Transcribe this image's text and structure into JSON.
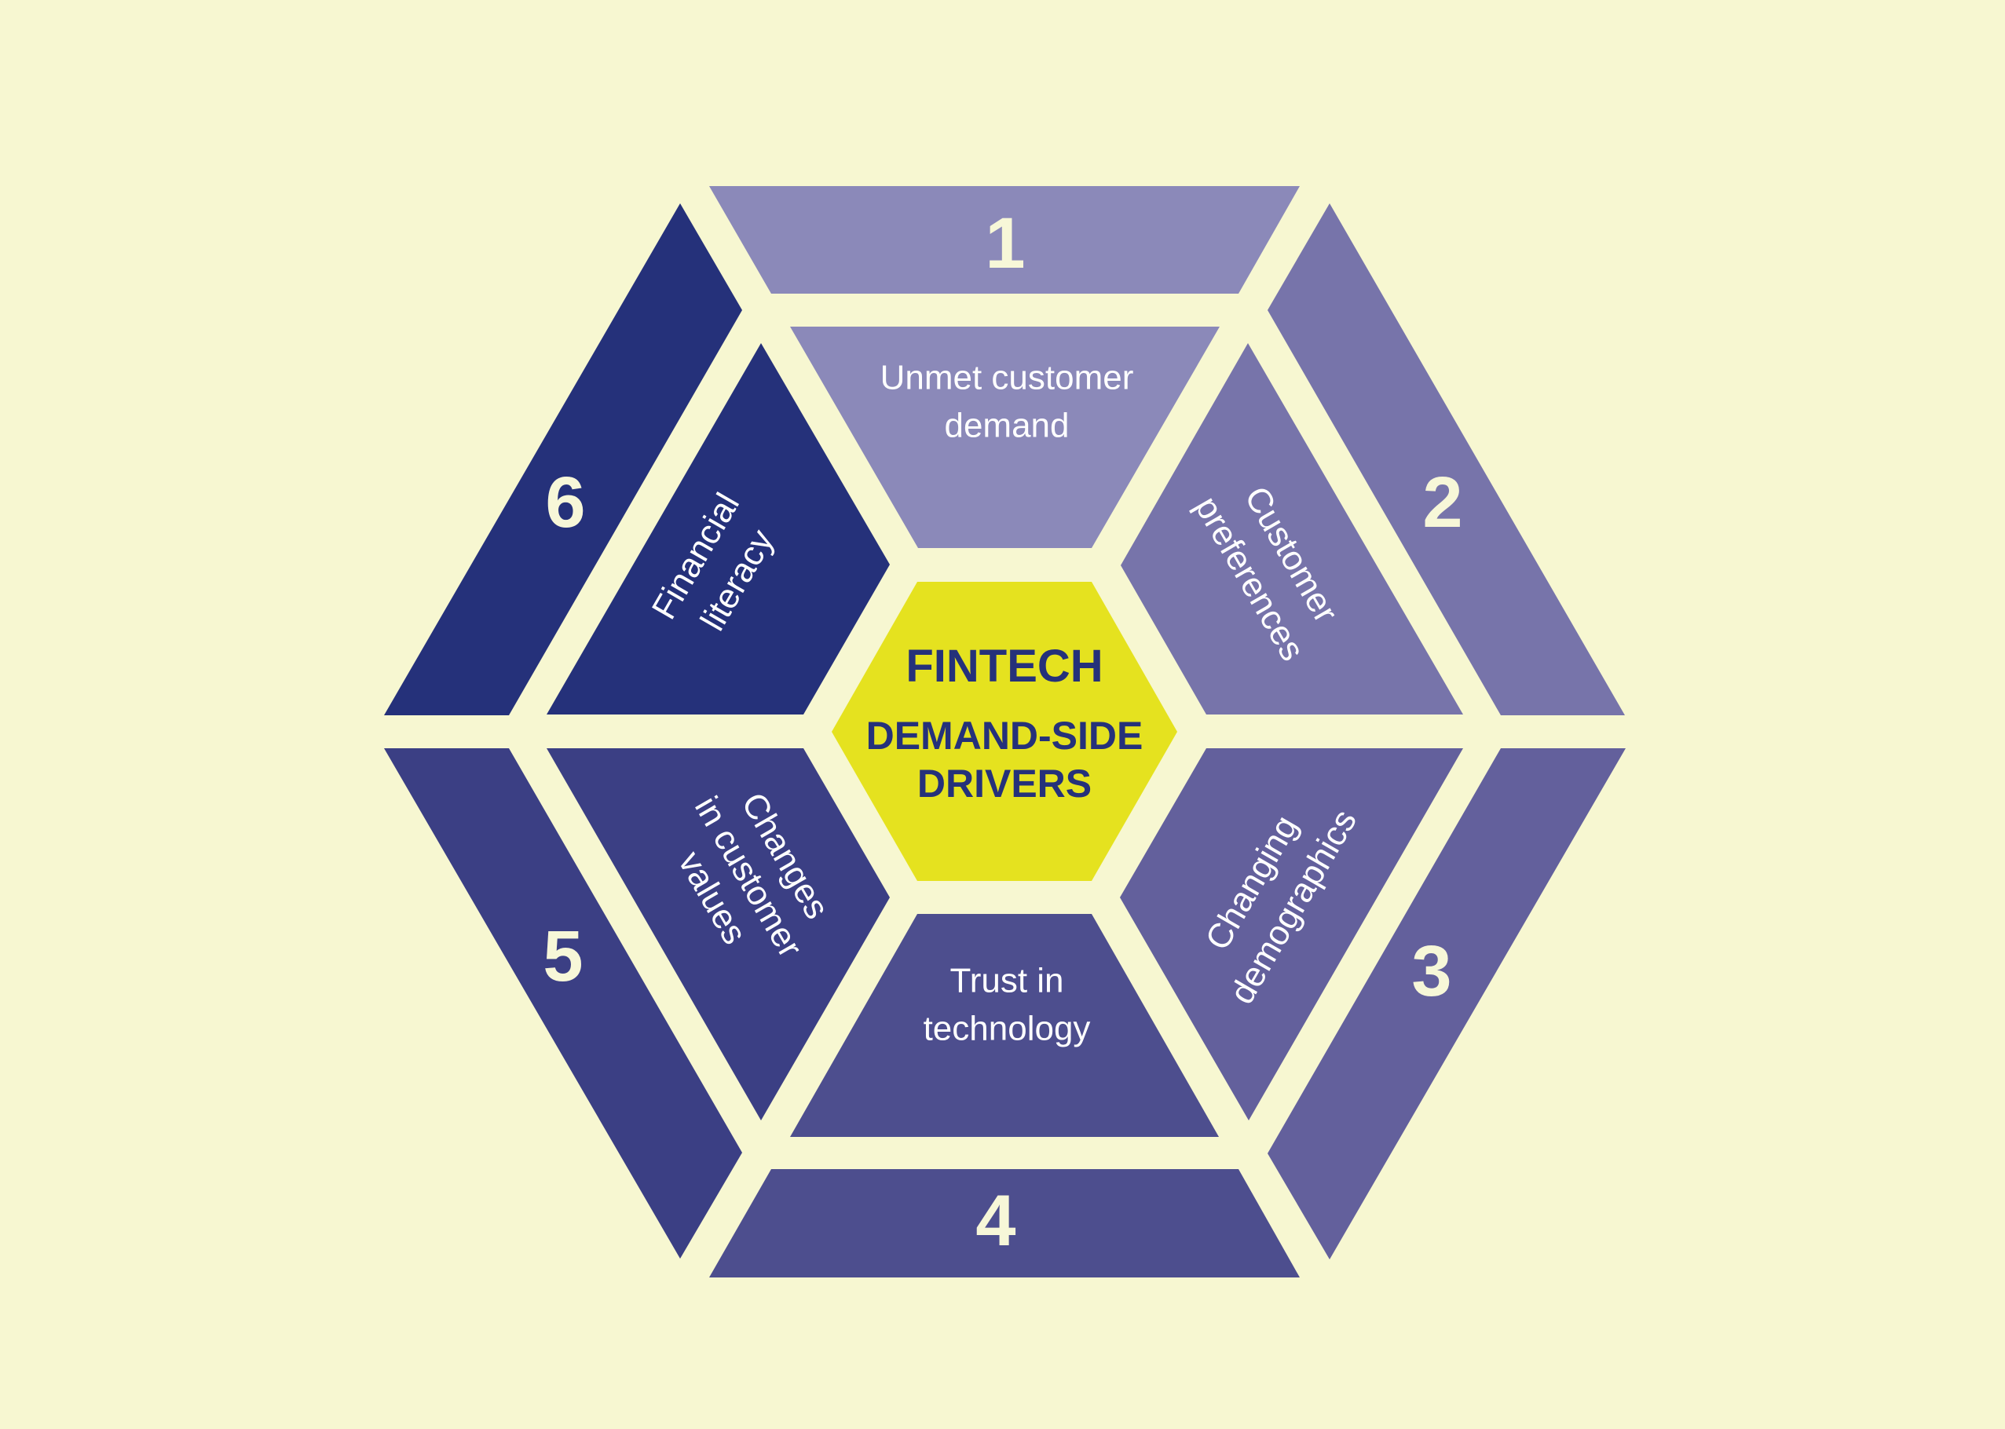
{
  "diagram": {
    "type": "hexagonal-segment-diagram",
    "background_color": "#F7F7D1",
    "center": {
      "title": "FINTECH",
      "subtitle_line1": "DEMAND-SIDE",
      "subtitle_line2": "DRIVERS",
      "fill": "#E5E21F",
      "text_color": "#25317A"
    },
    "segments": [
      {
        "number": "1",
        "label_line1": "Unmet customer",
        "label_line2": "demand",
        "color": "#8B89B9"
      },
      {
        "number": "2",
        "label_line1": "Customer",
        "label_line2": "preferences",
        "color": "#7774AA"
      },
      {
        "number": "3",
        "label_line1": "Changing",
        "label_line2": "demographics",
        "color": "#63609C"
      },
      {
        "number": "4",
        "label_line1": "Trust in",
        "label_line2": "technology",
        "color": "#4D4E8E"
      },
      {
        "number": "5",
        "label_line1": "Changes",
        "label_line2": "in customer",
        "label_line3": "values",
        "color": "#3B3F84"
      },
      {
        "number": "6",
        "label_line1": "Financial",
        "label_line2": "literacy",
        "color": "#25317A"
      }
    ]
  }
}
